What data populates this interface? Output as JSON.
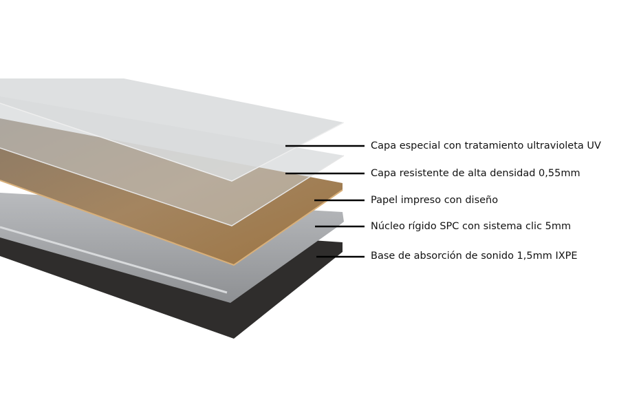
{
  "layers": [
    {
      "label": "Capa especial con tratamiento ultravioleta UV",
      "color": "#d4d6d8"
    },
    {
      "label": "Capa resistente de alta densidad 0,55mm",
      "color": "#cfd1d3"
    },
    {
      "label": "Papel impreso con diseño",
      "color": "#a88458"
    },
    {
      "label": "Núcleo rígido SPC con sistema clic 5mm",
      "color": "#a9abae"
    },
    {
      "label": "Base de absorción de sonido 1,5mm IXPE",
      "color": "#2f2d2c"
    }
  ]
}
